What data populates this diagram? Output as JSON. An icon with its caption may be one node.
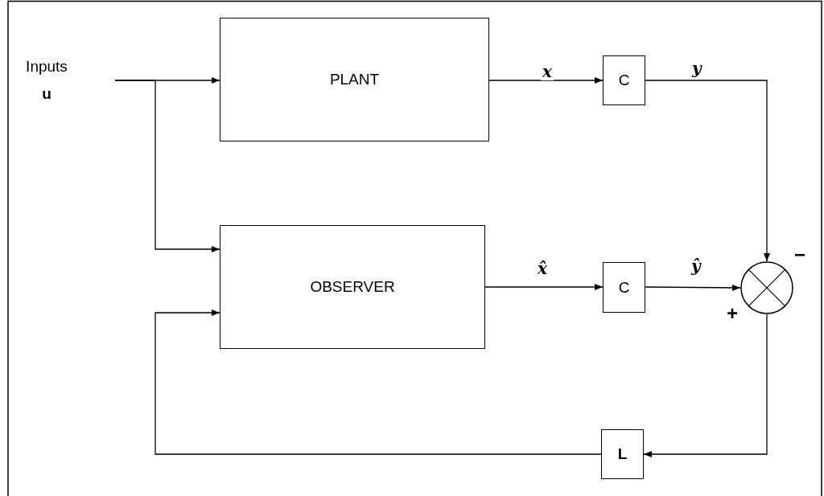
{
  "diagram": {
    "nodes": [
      {
        "text": [
          "Inputs",
          "u"
        ]
      },
      {
        "text": [
          "PLANT"
        ]
      },
      {
        "text": [
          "C"
        ]
      },
      {
        "text": [
          "OBSERVER"
        ]
      },
      {
        "text": [
          "C"
        ]
      },
      {
        "text": [],
        "shape": "circle"
      },
      {
        "text": [
          "L"
        ]
      }
    ],
    "edges": [
      {
        "from": 0,
        "to": 1,
        "arrow": "to"
      },
      {
        "from": 0,
        "to": 3,
        "arrow": "to"
      },
      {
        "from": 1,
        "to": 2,
        "arrow": "to",
        "label": "x"
      },
      {
        "from": 2,
        "to": 5,
        "arrow": "to",
        "label": "y"
      },
      {
        "from": 3,
        "to": 4,
        "arrow": "to",
        "label": "x̂"
      },
      {
        "from": 4,
        "to": 5,
        "arrow": "to",
        "label": "ŷ"
      },
      {
        "from": 5,
        "to": 6,
        "arrow": "to"
      },
      {
        "from": 6,
        "to": 3,
        "arrow": "to"
      }
    ],
    "labels": [
      "−",
      "+"
    ]
  }
}
